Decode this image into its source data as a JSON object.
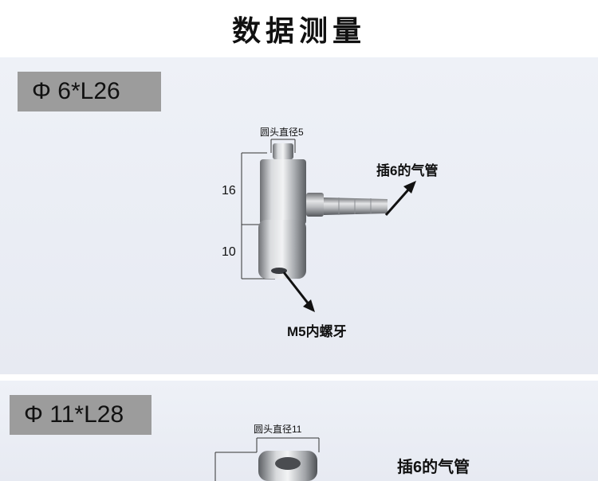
{
  "header": {
    "title": "数据测量"
  },
  "section1": {
    "spec": "Φ 6*L26",
    "round_head": "圆头直径5",
    "dim_upper": "16",
    "dim_lower": "10",
    "callout_hose": "插6的气管",
    "callout_thread": "M5内螺牙"
  },
  "section2": {
    "spec": "Φ 11*L28",
    "round_head": "圆头直径11",
    "callout_hose": "插6的气管"
  }
}
